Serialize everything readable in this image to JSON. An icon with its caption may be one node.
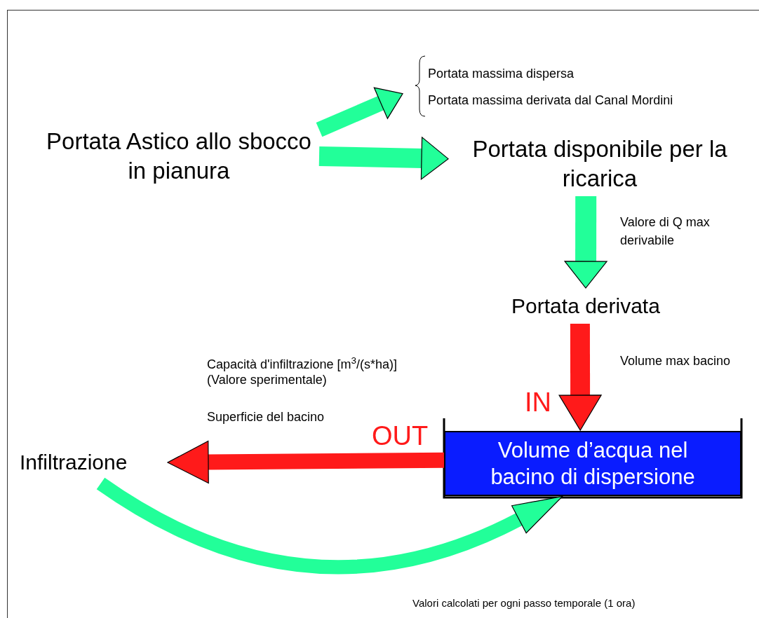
{
  "diagram": {
    "nodes": [
      {
        "text": [
          "Portata Astico allo sbocco in pianura"
        ]
      },
      {
        "text": [
          "Portata disponibile per la ricarica"
        ]
      },
      {
        "text": [
          "Portata massima dispersa",
          "Portata massima derivata dal Canal Mordini"
        ]
      },
      {
        "text": [
          "Portata derivata"
        ]
      },
      {
        "text": [
          "Volume d’acqua nel bacino di dispersione"
        ],
        "beside": [
          "IN",
          "OUT"
        ]
      },
      {
        "text": [
          "Infiltrazione"
        ]
      }
    ],
    "edges": [
      {
        "from": 0,
        "to": 2,
        "arrow": "to"
      },
      {
        "from": 0,
        "to": 1,
        "arrow": "to"
      },
      {
        "from": 1,
        "to": 3,
        "arrow": "to",
        "label": "Valore di Q max derivabile"
      },
      {
        "from": 3,
        "to": 4,
        "arrow": "to",
        "label": "Volume max bacino",
        "color": "#ff1a1a"
      },
      {
        "from": 4,
        "to": 5,
        "arrow": "to",
        "color": "#ff1a1a"
      },
      {
        "from": 5,
        "to": 4,
        "arrow": "to"
      }
    ],
    "labels": [
      "Capacità d'infiltrazione [m$^{3}$/(s*ha)]",
      "(Valore sperimentale)",
      "Superficie del bacino",
      "Valori calcolati per ogni passo temporale (1 ora)"
    ]
  }
}
